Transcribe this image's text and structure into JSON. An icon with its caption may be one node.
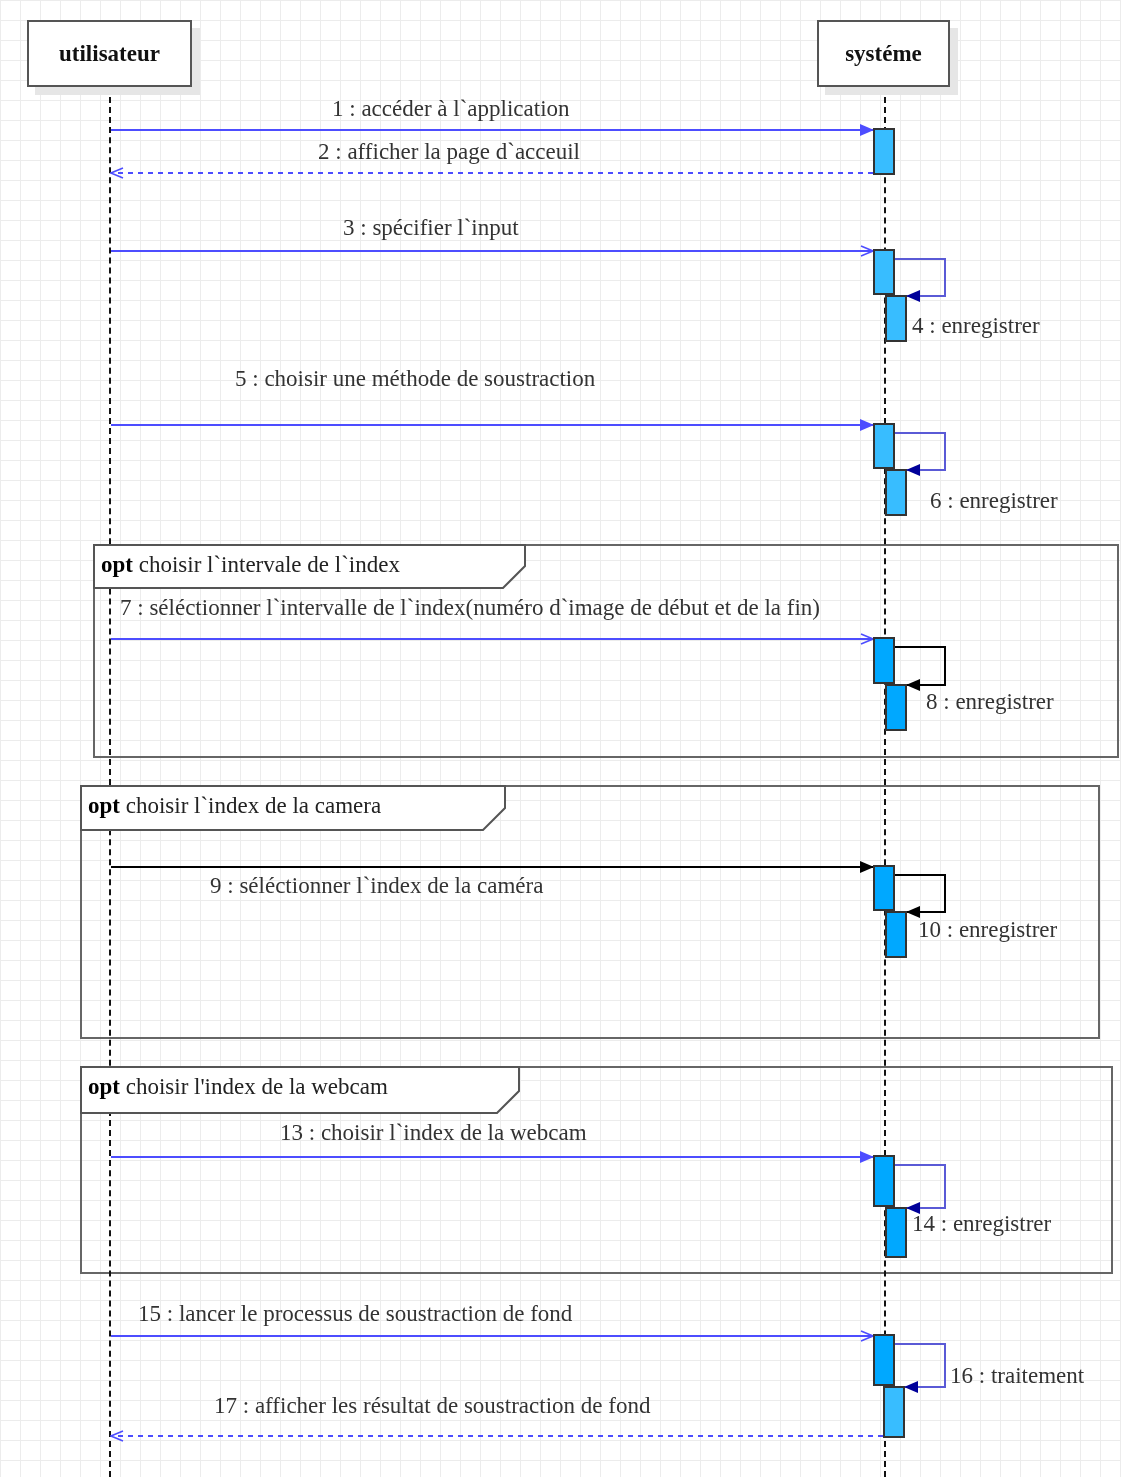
{
  "diagram": {
    "nodes": [
      {
        "text": [
          "utilisateur"
        ]
      },
      {
        "text": [
          "systéme"
        ]
      },
      {
        "text": [],
        "shape": "line"
      },
      {
        "text": [],
        "shape": "line"
      },
      {
        "text": [],
        "shape": "bar"
      },
      {
        "text": [],
        "shape": "bar"
      },
      {
        "text": [],
        "shape": "bar"
      },
      {
        "text": [],
        "shape": "bar"
      },
      {
        "text": [],
        "shape": "bar"
      },
      {
        "text": [
          "**opt** choisir l`intervale de l`index"
        ]
      },
      {
        "text": [],
        "shape": "bar",
        "in": 9
      },
      {
        "text": [],
        "shape": "bar",
        "in": 9
      },
      {
        "text": [
          "**opt** choisir l`index de la camera"
        ]
      },
      {
        "text": [],
        "shape": "bar",
        "in": 12
      },
      {
        "text": [],
        "shape": "bar",
        "in": 12
      },
      {
        "text": [
          "**opt** choisir l'index de la webcam"
        ]
      },
      {
        "text": [],
        "shape": "bar",
        "in": 15
      },
      {
        "text": [],
        "shape": "bar",
        "in": 15
      },
      {
        "text": [],
        "shape": "bar"
      },
      {
        "text": [],
        "shape": "bar"
      }
    ],
    "edges": [
      {
        "from": 2,
        "to": 4,
        "arrow": "to",
        "label": "1 : accéder à l`application"
      },
      {
        "from": 4,
        "to": 2,
        "arrow": "to",
        "label": "2 : afficher la page d`acceuil",
        "style": "dashed"
      },
      {
        "from": 2,
        "to": 5,
        "arrow": "to",
        "label": "3 : spécifier l`input"
      },
      {
        "from": 5,
        "to": 6,
        "arrow": "to",
        "label": "4 : enregistrer"
      },
      {
        "from": 2,
        "to": 7,
        "arrow": "to",
        "label": "5 : choisir une méthode de soustraction"
      },
      {
        "from": 7,
        "to": 8,
        "arrow": "to",
        "label": "6 : enregistrer"
      },
      {
        "from": 2,
        "to": 10,
        "arrow": "to",
        "label": "7 : séléctionner l`intervalle de l`index(numéro d`image de début et de la fin)"
      },
      {
        "from": 10,
        "to": 11,
        "arrow": "to",
        "label": "8 : enregistrer",
        "color": "#000000"
      },
      {
        "from": 2,
        "to": 13,
        "arrow": "to",
        "label": "9 : séléctionner l`index de la caméra",
        "color": "#000000"
      },
      {
        "from": 13,
        "to": 14,
        "arrow": "to",
        "label": "10 : enregistrer",
        "color": "#000000"
      },
      {
        "from": 2,
        "to": 16,
        "arrow": "to",
        "label": "13 : choisir l`index de la webcam"
      },
      {
        "from": 16,
        "to": 17,
        "arrow": "to",
        "label": "14 : enregistrer"
      },
      {
        "from": 2,
        "to": 18,
        "arrow": "to",
        "label": "15 : lancer le processus de soustraction de fond"
      },
      {
        "from": 18,
        "to": 19,
        "arrow": "to",
        "label": "16 : traitement"
      },
      {
        "from": 19,
        "to": 2,
        "arrow": "to",
        "label": "17 : afficher les résultat de soustraction de fond",
        "style": "dashed"
      }
    ]
  }
}
